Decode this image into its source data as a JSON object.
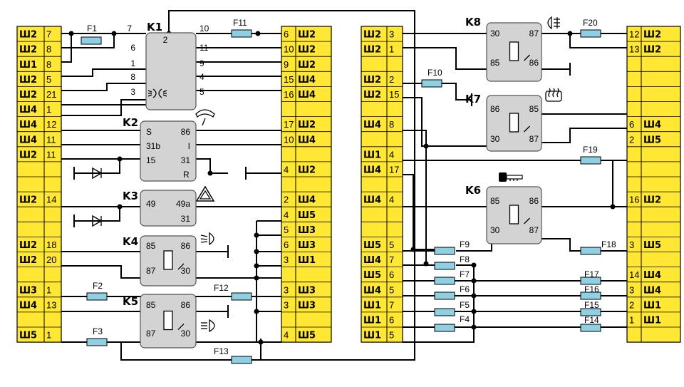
{
  "colors": {
    "yellow": "#ffe733",
    "relay": "#d3d3d3",
    "fuse": "#8fd0e4",
    "wire": "#000000"
  },
  "strips": {
    "A": {
      "rows": [
        [
          "Ш2",
          "7"
        ],
        [
          "Ш2",
          "8"
        ],
        [
          "Ш1",
          "8"
        ],
        [
          "Ш2",
          "5"
        ],
        [
          "Ш2",
          "21"
        ],
        [
          "Ш4",
          "1"
        ],
        [
          "Ш4",
          "12"
        ],
        [
          "Ш4",
          "11"
        ],
        [
          "Ш2",
          "11"
        ],
        [
          "",
          ""
        ],
        [
          "",
          ""
        ],
        [
          "Ш2",
          "14"
        ],
        [
          "",
          ""
        ],
        [
          "",
          ""
        ],
        [
          "Ш2",
          "18"
        ],
        [
          "Ш2",
          "20"
        ],
        [
          "",
          ""
        ],
        [
          "Ш3",
          "1"
        ],
        [
          "Ш4",
          "13"
        ],
        [
          "",
          ""
        ],
        [
          "Ш5",
          "1"
        ]
      ]
    },
    "B": {
      "rows": [
        [
          "6",
          "Ш2"
        ],
        [
          "10",
          "Ш2"
        ],
        [
          "9",
          "Ш2"
        ],
        [
          "15",
          "Ш4"
        ],
        [
          "16",
          "Ш4"
        ],
        [
          "",
          ""
        ],
        [
          "17",
          "Ш2"
        ],
        [
          "10",
          "Ш4"
        ],
        [
          "",
          ""
        ],
        [
          "4",
          "Ш2"
        ],
        [
          "",
          ""
        ],
        [
          "2",
          "Ш4"
        ],
        [
          "4",
          "Ш5"
        ],
        [
          "5",
          "Ш3"
        ],
        [
          "6",
          "Ш3"
        ],
        [
          "3",
          "Ш1"
        ],
        [
          "",
          ""
        ],
        [
          "3",
          "Ш3"
        ],
        [
          "3",
          "Ш3"
        ],
        [
          "",
          ""
        ],
        [
          "4",
          "Ш5"
        ]
      ]
    },
    "C": {
      "rows": [
        [
          "Ш2",
          "3"
        ],
        [
          "Ш2",
          "1"
        ],
        [
          "",
          ""
        ],
        [
          "Ш2",
          "2"
        ],
        [
          "Ш2",
          "15"
        ],
        [
          "",
          ""
        ],
        [
          "Ш4",
          "8"
        ],
        [
          "",
          ""
        ],
        [
          "Ш1",
          "4"
        ],
        [
          "Ш4",
          "17"
        ],
        [
          "",
          ""
        ],
        [
          "Ш4",
          "4"
        ],
        [
          "",
          ""
        ],
        [
          "",
          ""
        ],
        [
          "Ш5",
          "5"
        ],
        [
          "Ш4",
          "7"
        ],
        [
          "Ш5",
          "6"
        ],
        [
          "Ш4",
          "5"
        ],
        [
          "Ш1",
          "7"
        ],
        [
          "Ш1",
          "6"
        ],
        [
          "Ш1",
          "5"
        ]
      ]
    },
    "D": {
      "rows": [
        [
          "12",
          "Ш2"
        ],
        [
          "13",
          "Ш2"
        ],
        [
          "",
          ""
        ],
        [
          "",
          ""
        ],
        [
          "",
          ""
        ],
        [
          "",
          ""
        ],
        [
          "6",
          "Ш4"
        ],
        [
          "2",
          "Ш5"
        ],
        [
          "",
          ""
        ],
        [
          "",
          ""
        ],
        [
          "",
          ""
        ],
        [
          "16",
          "Ш2"
        ],
        [
          "",
          ""
        ],
        [
          "",
          ""
        ],
        [
          "3",
          "Ш5"
        ],
        [
          "",
          ""
        ],
        [
          "14",
          "Ш4"
        ],
        [
          "3",
          "Ш4"
        ],
        [
          "2",
          "Ш1"
        ],
        [
          "1",
          "Ш1"
        ],
        [
          "",
          ""
        ]
      ]
    }
  },
  "relays": [
    {
      "name": "K1",
      "pins": [
        "7",
        "2",
        "10",
        "6",
        "11",
        "1",
        "9",
        "8",
        "4",
        "3",
        "5"
      ]
    },
    {
      "name": "K2",
      "pins": [
        "S",
        "86",
        "31b",
        "I",
        "15",
        "31",
        "R"
      ]
    },
    {
      "name": "K3",
      "pins": [
        "49",
        "49a",
        "31"
      ]
    },
    {
      "name": "K4",
      "pins": [
        "85",
        "86",
        "87",
        "30"
      ]
    },
    {
      "name": "K5",
      "pins": [
        "85",
        "86",
        "87",
        "30"
      ]
    },
    {
      "name": "K8",
      "pins": [
        "30",
        "87",
        "85",
        "86"
      ]
    },
    {
      "name": "K7",
      "pins": [
        "86",
        "85",
        "30",
        "87"
      ]
    },
    {
      "name": "K6",
      "pins": [
        "85",
        "86",
        "30",
        "87"
      ]
    }
  ],
  "fuses": [
    "F1",
    "F2",
    "F3",
    "F4",
    "F5",
    "F6",
    "F7",
    "F8",
    "F9",
    "F10",
    "F11",
    "F12",
    "F13",
    "F14",
    "F15",
    "F16",
    "F17",
    "F18",
    "F19",
    "F20"
  ],
  "icons": [
    "high-beam-icon",
    "wiper-icon",
    "hazard-icon",
    "low-beam-icon",
    "headlight-icon",
    "fog-light-icon",
    "rear-defrost-icon",
    "ignition-key-icon"
  ]
}
